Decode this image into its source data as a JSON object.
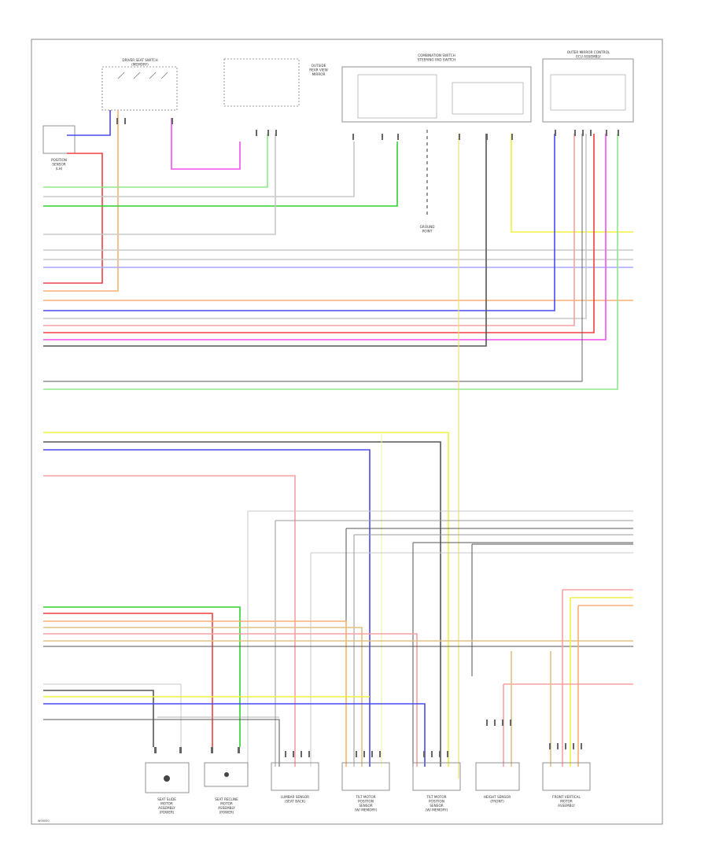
{
  "diagram": {
    "components": [
      {
        "id": "seat-switch",
        "caption": [
          "DRIVER SEAT SWITCH",
          "(MEMORY)"
        ]
      },
      {
        "id": "position-sensor",
        "caption": [
          "POSITION",
          "SENSOR",
          "(LH)"
        ]
      },
      {
        "id": "memory-switch",
        "caption": [
          "OUTSIDE",
          "REAR VIEW",
          "MIRROR"
        ]
      },
      {
        "id": "seat-ecu",
        "caption": [
          "COMBINATION SWITCH",
          "STEERING PAD SWITCH"
        ]
      },
      {
        "id": "mirror-ecu",
        "caption": [
          "OUTER MIRROR CONTROL",
          "ECU ASSEMBLY"
        ]
      },
      {
        "id": "ground",
        "caption": [
          "GROUND",
          "POINT"
        ]
      }
    ],
    "bottom_components": [
      {
        "id": "slide-motor",
        "caption": [
          "SEAT SLIDE",
          "MOTOR",
          "ASSEMBLY",
          "(POWER)"
        ]
      },
      {
        "id": "recline-motor",
        "caption": [
          "SEAT RECLINE",
          "MOTOR",
          "ASSEMBLY",
          "(POWER)"
        ]
      },
      {
        "id": "lumbar-sensor",
        "caption": [
          "LUMBAR SENSOR",
          "(SEAT BACK)"
        ]
      },
      {
        "id": "tilt-sensor-lh",
        "caption": [
          "TILT MOTOR",
          "POSITION",
          "SENSOR",
          "(W/ MEMORY)"
        ]
      },
      {
        "id": "tilt-sensor-rh",
        "caption": [
          "TILT MOTOR",
          "POSITION",
          "SENSOR",
          "(W/ MEMORY)"
        ]
      },
      {
        "id": "height-sensor",
        "caption": [
          "HEIGHT SENSOR",
          "(FRONT)"
        ]
      },
      {
        "id": "lifter-motor",
        "caption": [
          "FRONT VERTICAL",
          "MOTOR",
          "ASSEMBLY"
        ]
      }
    ],
    "footer_id": "W00000",
    "wire_colors": {
      "gray": "#9a9a9a",
      "lightgray": "#c8c8c8",
      "green": "#30d030",
      "lightgreen": "#8ee88e",
      "blue": "#4a4af0",
      "lightblue": "#a8a8f8",
      "red": "#f04040",
      "pink": "#f8a0a0",
      "orange": "#f8b070",
      "magenta": "#f050f0",
      "yellow": "#f0f040",
      "darkgray": "#555555",
      "tan": "#e0c080"
    }
  }
}
